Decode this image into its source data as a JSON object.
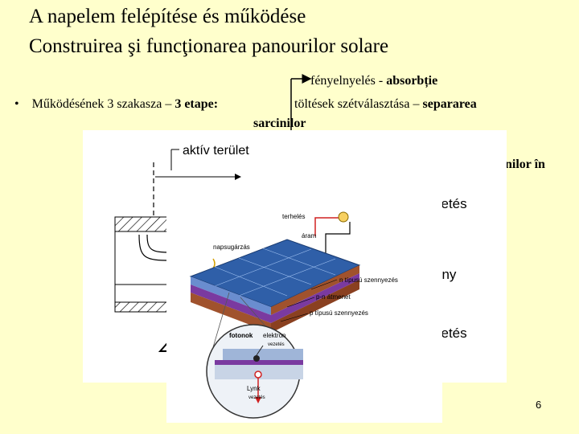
{
  "title_hu": "A napelem felépítése és működése",
  "title_ro": "Construirea şi funcţionarea panourilor solare",
  "bullet": {
    "marker": "•",
    "text": "Működésének 3 szakasza – ",
    "bold": "3 etape:"
  },
  "stages": [
    {
      "text": "fényelnyelés - ",
      "bold": "absorbție"
    },
    {
      "text": "töltések szétválasztása – ",
      "bold": "separarea"
    },
    {
      "bold": "sarcinilor"
    }
  ],
  "cut_text": "nilor în",
  "diagram_back": {
    "active_area": "aktív terület",
    "labels_right": [
      "zetés",
      "ány",
      "zetés"
    ]
  },
  "diagram_front": {
    "load": "terhelés",
    "current": "áram",
    "sunlight": "napsugárzás",
    "n_type": "n típusú szennyezés",
    "pn_junction": "p-n átmenet",
    "p_type": "p típusú szennyezés",
    "photons": "fotonok",
    "electron_label": "elektron",
    "electron_sub": "vezetés",
    "hole_label": "Lynk",
    "hole_sub": "vezetés"
  },
  "page_number": "6",
  "colors": {
    "background": "#ffffcc",
    "panel_blue": "#2f5fa8",
    "layer_brown": "#a0522d",
    "junction_purple": "#7a3aa0"
  }
}
